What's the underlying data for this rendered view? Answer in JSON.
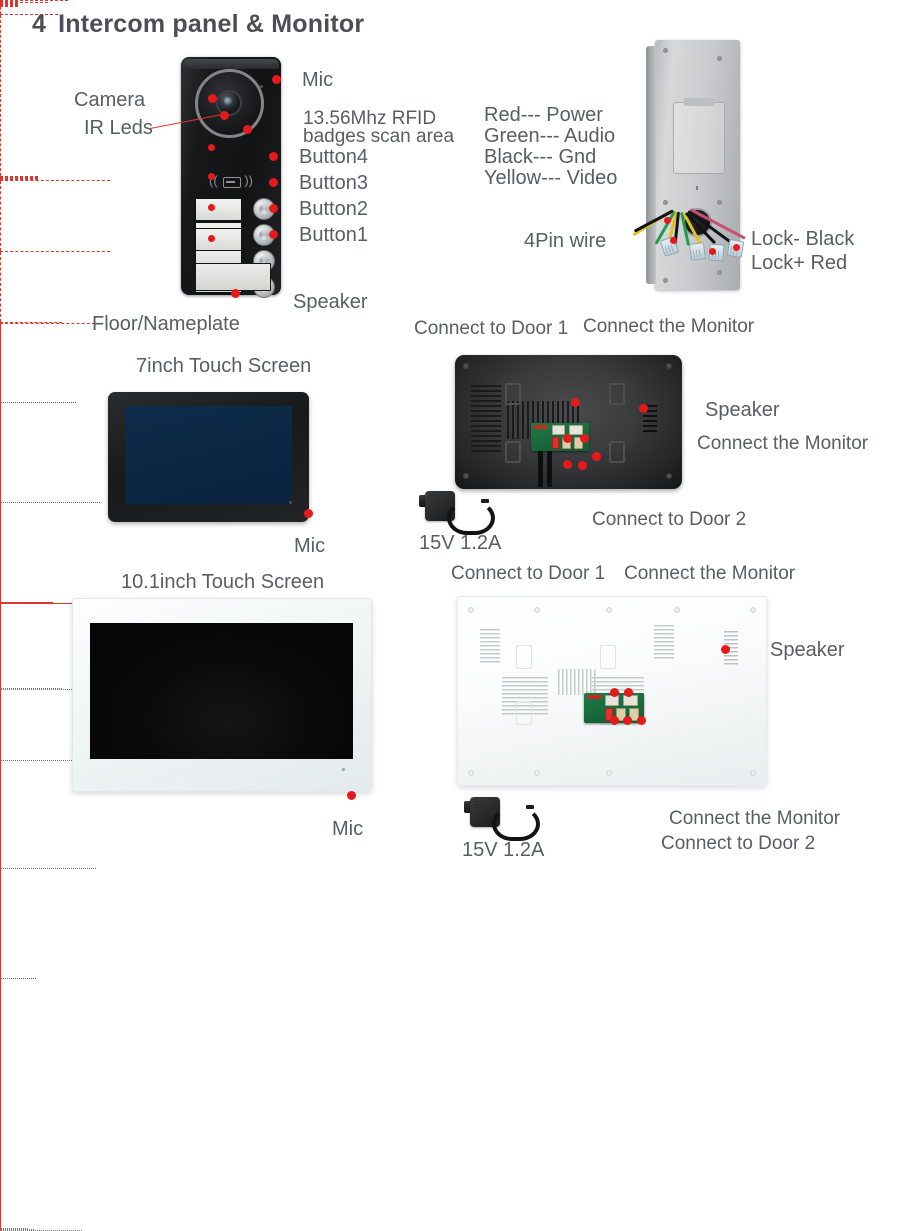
{
  "title": {
    "number": "4",
    "text": "Intercom panel & Monitor"
  },
  "door_station": {
    "labels": {
      "camera": "Camera",
      "ir_leds": "IR Leds",
      "mic": "Mic",
      "rfid_line1": "13.56Mhz RFID",
      "rfid_line2": "badges scan area",
      "button4": "Button4",
      "button3": "Button3",
      "button2": "Button2",
      "button1": "Button1",
      "speaker": "Speaker",
      "nameplate": "Floor/Nameplate"
    },
    "icons": {
      "rfid": "rfid-badge-icon",
      "camera": "camera-lens-icon"
    }
  },
  "wiring": {
    "legend": [
      "Red--- Power",
      "Green--- Audio",
      "Black--- Gnd",
      "Yellow--- Video"
    ],
    "wire_colors": {
      "power": "#d42a2a",
      "audio": "#1f9d4d",
      "gnd": "#121314",
      "video": "#e0c21d",
      "lock_minus": "#121314",
      "lock_plus": "#c4516e"
    },
    "labels": {
      "four_pin": "4Pin wire",
      "lock_minus": "Lock- Black",
      "lock_plus": "Lock+ Red"
    }
  },
  "monitor_7": {
    "front_label": "7inch Touch Screen",
    "mic_label": "Mic",
    "screen_color": "#0b2743"
  },
  "monitor_7_back": {
    "labels": {
      "door1": "Connect to Door 1",
      "monitor_top": "Connect the Monitor",
      "speaker": "Speaker",
      "monitor_right": "Connect the Monitor",
      "door2": "Connect to Door 2"
    },
    "adapter_label": "15V 1.2A"
  },
  "monitor_10": {
    "front_label": "10.1inch Touch Screen",
    "mic_label": "Mic",
    "screen_color": "#080808"
  },
  "monitor_10_back": {
    "labels": {
      "door1": "Connect to Door 1",
      "monitor_top": "Connect the Monitor",
      "speaker": "Speaker",
      "monitor_bottom": "Connect the Monitor",
      "door2": "Connect to Door 2"
    },
    "adapter_label": "15V 1.2A"
  },
  "colors": {
    "text": "#585e66",
    "title": "#4b4f55",
    "callout": "#e0352f",
    "dot": "#e8191b"
  }
}
